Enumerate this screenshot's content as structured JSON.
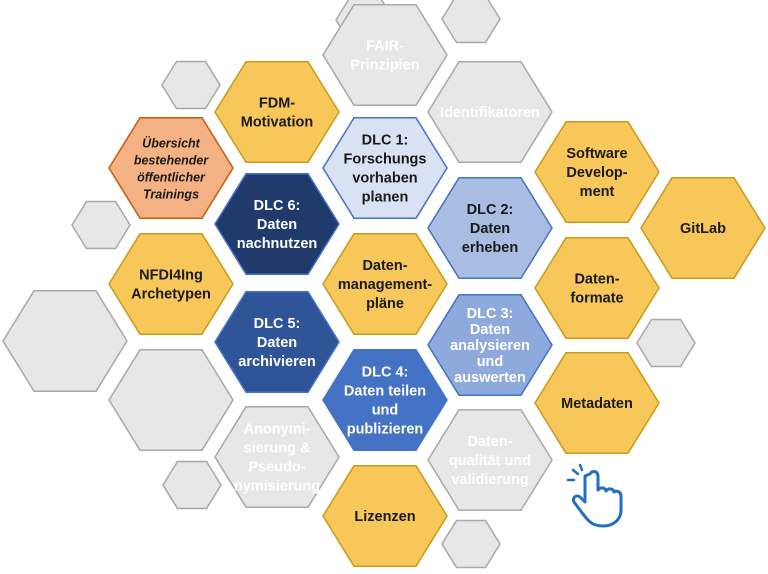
{
  "colors": {
    "gold": "#f7c75a",
    "gold_stroke": "#c99a1c",
    "gray": "#e7e7e7",
    "gray_stroke": "#a8a8a8",
    "navy_dark": "#1f3a6b",
    "navy": "#2f5497",
    "blue_mid": "#4472c4",
    "blue_light": "#a9bde3",
    "blue_faint": "#d9e2f3",
    "blue_soft": "#8ea9db",
    "orange": "#f4b183",
    "orange_stroke": "#c55a11",
    "ghost_text": "#ffffff",
    "dark_text": "#1a1a1a"
  },
  "hexagons": [
    {
      "id": "fair",
      "style": "gray",
      "lines": [
        "FAIR-",
        "Prinzipien"
      ],
      "ghost": true
    },
    {
      "id": "identifikatoren",
      "style": "gray",
      "lines": [
        "Identifikatoren"
      ],
      "ghost": true
    },
    {
      "id": "fdm-motivation",
      "style": "gold",
      "lines": [
        "FDM-",
        "Motivation"
      ]
    },
    {
      "id": "uebersicht",
      "style": "orange",
      "lines": [
        "Übersicht",
        "bestehender",
        "öffentlicher",
        "Trainings"
      ],
      "italic": true
    },
    {
      "id": "dlc1",
      "style": "blue_faint",
      "lines": [
        "DLC 1:",
        "Forschungs",
        "vorhaben",
        "planen"
      ]
    },
    {
      "id": "software-development",
      "style": "gold",
      "lines": [
        "Software",
        "Develop-",
        "ment"
      ]
    },
    {
      "id": "dlc6",
      "style": "navy_dark",
      "lines": [
        "DLC 6:",
        "Daten",
        "nachnutzen"
      ],
      "light_text": true
    },
    {
      "id": "dlc2",
      "style": "blue_light",
      "lines": [
        "DLC 2:",
        "Daten",
        "erheben"
      ]
    },
    {
      "id": "gitlab",
      "style": "gold",
      "lines": [
        "GitLab"
      ]
    },
    {
      "id": "nfdi4ing",
      "style": "gold",
      "lines": [
        "NFDI4Ing",
        "Archetypen"
      ]
    },
    {
      "id": "datenmanagementplaene",
      "style": "gold",
      "lines": [
        "Daten-",
        "management-",
        "pläne"
      ]
    },
    {
      "id": "datenformate",
      "style": "gold",
      "lines": [
        "Daten-",
        "formate"
      ]
    },
    {
      "id": "dlc5",
      "style": "navy",
      "lines": [
        "DLC 5:",
        "Daten",
        "archivieren"
      ],
      "light_text": true
    },
    {
      "id": "dlc3",
      "style": "blue_soft",
      "lines": [
        "DLC 3:",
        "Daten",
        "analysieren",
        "und",
        "auswerten"
      ],
      "ghost": true
    },
    {
      "id": "dlc4",
      "style": "blue_mid",
      "lines": [
        "DLC 4:",
        "Daten teilen",
        "und",
        "publizieren"
      ],
      "light_text": true
    },
    {
      "id": "metadaten",
      "style": "gold",
      "lines": [
        "Metadaten"
      ]
    },
    {
      "id": "anonymisierung",
      "style": "gray",
      "lines": [
        "Anonymi-",
        "sierung &",
        "Pseudo-",
        "nymisierung"
      ],
      "ghost": true
    },
    {
      "id": "datenqualitaet",
      "style": "gray",
      "lines": [
        "Daten-",
        "qualität und",
        "validierung"
      ],
      "ghost": true
    },
    {
      "id": "lizenzen",
      "style": "gold",
      "lines": [
        "Lizenzen"
      ]
    },
    {
      "id": "blank-left-top",
      "style": "gray",
      "lines": []
    },
    {
      "id": "blank-left-bottom",
      "style": "gray",
      "lines": []
    },
    {
      "id": "blank-small-1",
      "style": "gray",
      "lines": []
    },
    {
      "id": "blank-small-2",
      "style": "gray",
      "lines": []
    },
    {
      "id": "blank-small-3",
      "style": "gray",
      "lines": []
    },
    {
      "id": "blank-small-4",
      "style": "gray",
      "lines": []
    },
    {
      "id": "blank-small-5",
      "style": "gray",
      "lines": []
    },
    {
      "id": "blank-small-6",
      "style": "gray",
      "lines": []
    },
    {
      "id": "blank-small-7",
      "style": "gray",
      "lines": []
    }
  ],
  "cursor_icon": "pointing-hand-icon"
}
